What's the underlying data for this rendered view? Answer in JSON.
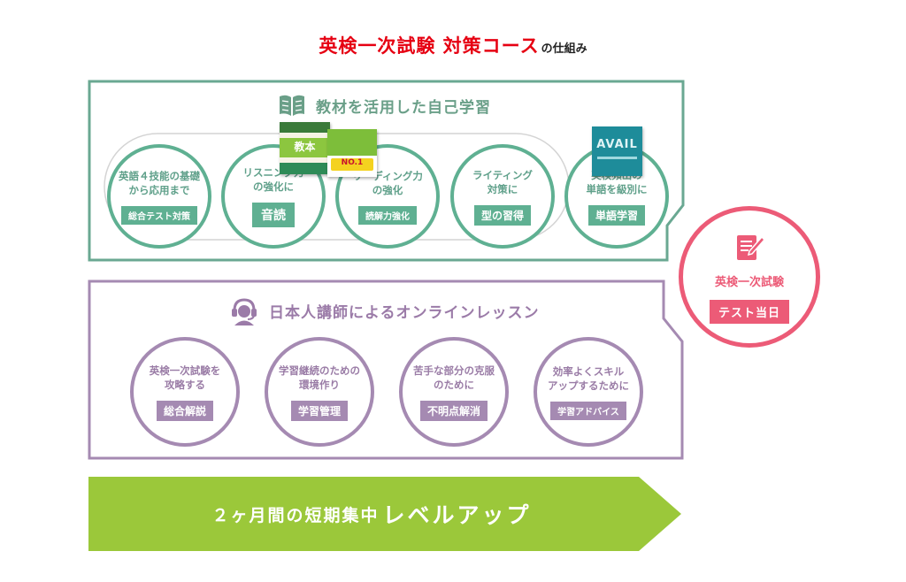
{
  "title": {
    "main": "英検一次試験 対策コース",
    "suffix": "の仕組み"
  },
  "self_study": {
    "heading": "教材を活用した自己学習",
    "items": [
      {
        "desc_1": "英語４技能の基礎",
        "desc_2": "から応用まで",
        "tag": "総合テスト対策"
      },
      {
        "desc_1": "リスニング力",
        "desc_2": "の強化に",
        "tag": "音読"
      },
      {
        "desc_1": "リーディング力",
        "desc_2": "の強化",
        "tag": "読解力強化"
      },
      {
        "desc_1": "ライティング",
        "desc_2": "対策に",
        "tag": "型の習得"
      },
      {
        "desc_1": "英検頻出の",
        "desc_2": "単語を級別に",
        "tag": "単語学習"
      }
    ],
    "books": {
      "book1_title": "教本",
      "book2_title": "NO.1",
      "book3_title": "AVAIL"
    }
  },
  "lessons": {
    "heading": "日本人講師によるオンラインレッスン",
    "items": [
      {
        "desc_1": "英検一次試験を",
        "desc_2": "攻略する",
        "tag": "総合解説"
      },
      {
        "desc_1": "学習継続のための",
        "desc_2": "環境作り",
        "tag": "学習管理"
      },
      {
        "desc_1": "苦手な部分の克服",
        "desc_2": "のために",
        "tag": "不明点解消"
      },
      {
        "desc_1": "効率よくスキル",
        "desc_2": "アップするために",
        "tag": "学習アドバイス"
      }
    ]
  },
  "exam": {
    "label": "英検一次試験",
    "tag": "テスト当日"
  },
  "banner": {
    "part1": "２ヶ月間の短期集中",
    "part2": "レベルアップ"
  },
  "colors": {
    "red": "#e60012",
    "green": "#5fb092",
    "purple": "#a58ab2",
    "pink": "#ec5b77",
    "lime": "#9bc83a"
  }
}
